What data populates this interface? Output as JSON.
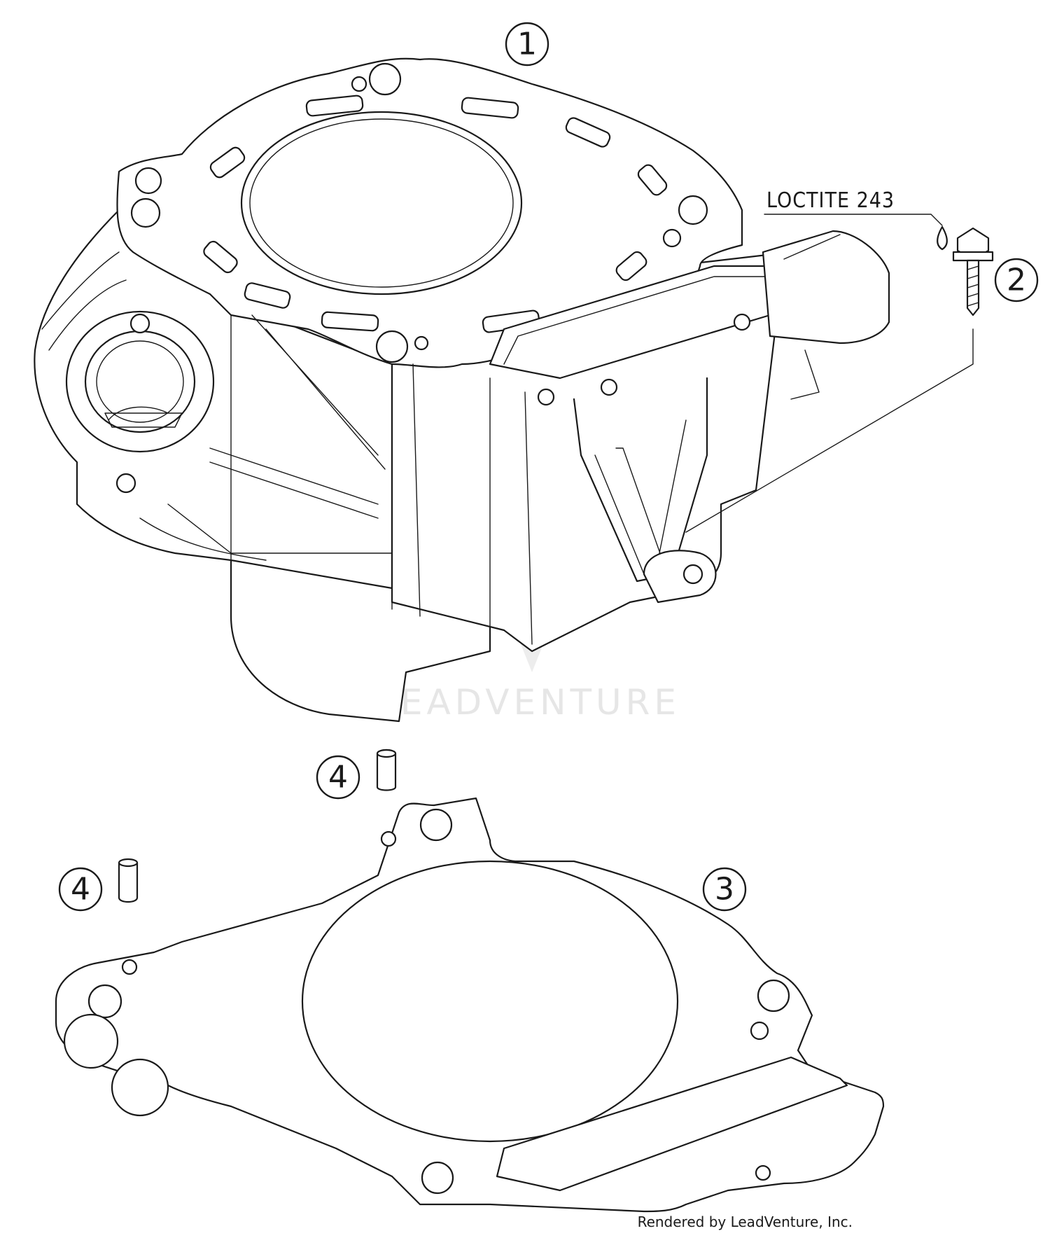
{
  "diagram": {
    "callouts": [
      {
        "id": "1",
        "label": "1"
      },
      {
        "id": "2",
        "label": "2"
      },
      {
        "id": "3",
        "label": "3"
      },
      {
        "id": "4a",
        "label": "4"
      },
      {
        "id": "4b",
        "label": "4"
      }
    ],
    "note": "LOCTITE 243",
    "watermark": "LEADVENTURE",
    "credit": "Rendered by LeadVenture, Inc."
  }
}
